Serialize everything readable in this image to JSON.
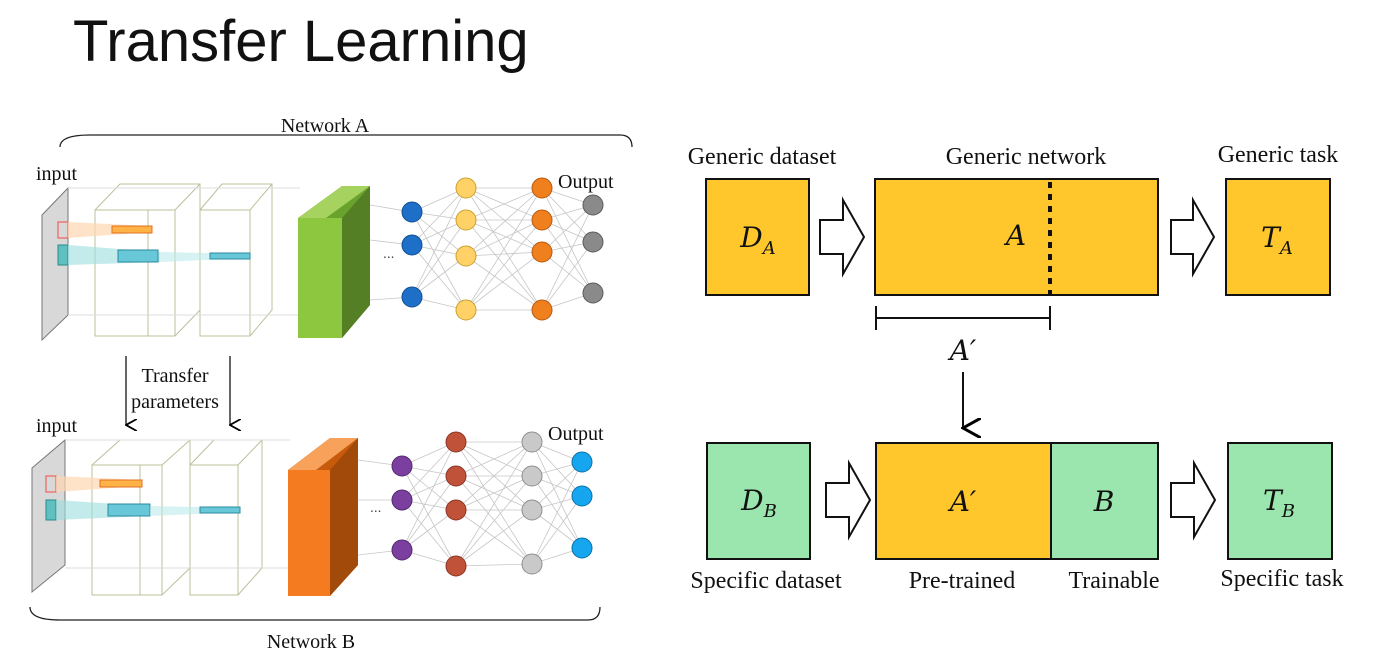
{
  "title": "Transfer Learning",
  "left": {
    "network_a": "Network A",
    "network_b": "Network B",
    "input_a": "input",
    "input_b": "input",
    "output_a": "Output",
    "output_b": "Output",
    "transfer_line1": "Transfer",
    "transfer_line2": "parameters",
    "ellipsis": "..."
  },
  "right": {
    "generic_dataset": "Generic dataset",
    "generic_network": "Generic network",
    "generic_task": "Generic task",
    "specific_dataset": "Specific dataset",
    "pre_trained": "Pre-trained",
    "trainable": "Trainable",
    "specific_task": "Specific task",
    "da_main": "D",
    "da_sub": "A",
    "a_label": "A",
    "ta_main": "T",
    "ta_sub": "A",
    "a_prime": "A′",
    "db_main": "D",
    "db_sub": "B",
    "a_prime_box": "A′",
    "b_label": "B",
    "tb_main": "T",
    "tb_sub": "B"
  },
  "colors": {
    "yellow": "#FFC72C",
    "green": "#9BE6AE",
    "dense_green": "#8DC63F",
    "dense_orange": "#F47B20",
    "node_blue": "#1E6FC8",
    "node_yellow": "#FFD166",
    "node_orange": "#F07F1E",
    "node_gray": "#8A8A8A",
    "node_purple": "#7B3FA0",
    "node_red": "#C0523A",
    "node_lightgray": "#C9C9C9",
    "node_cyan": "#16A6F0"
  }
}
